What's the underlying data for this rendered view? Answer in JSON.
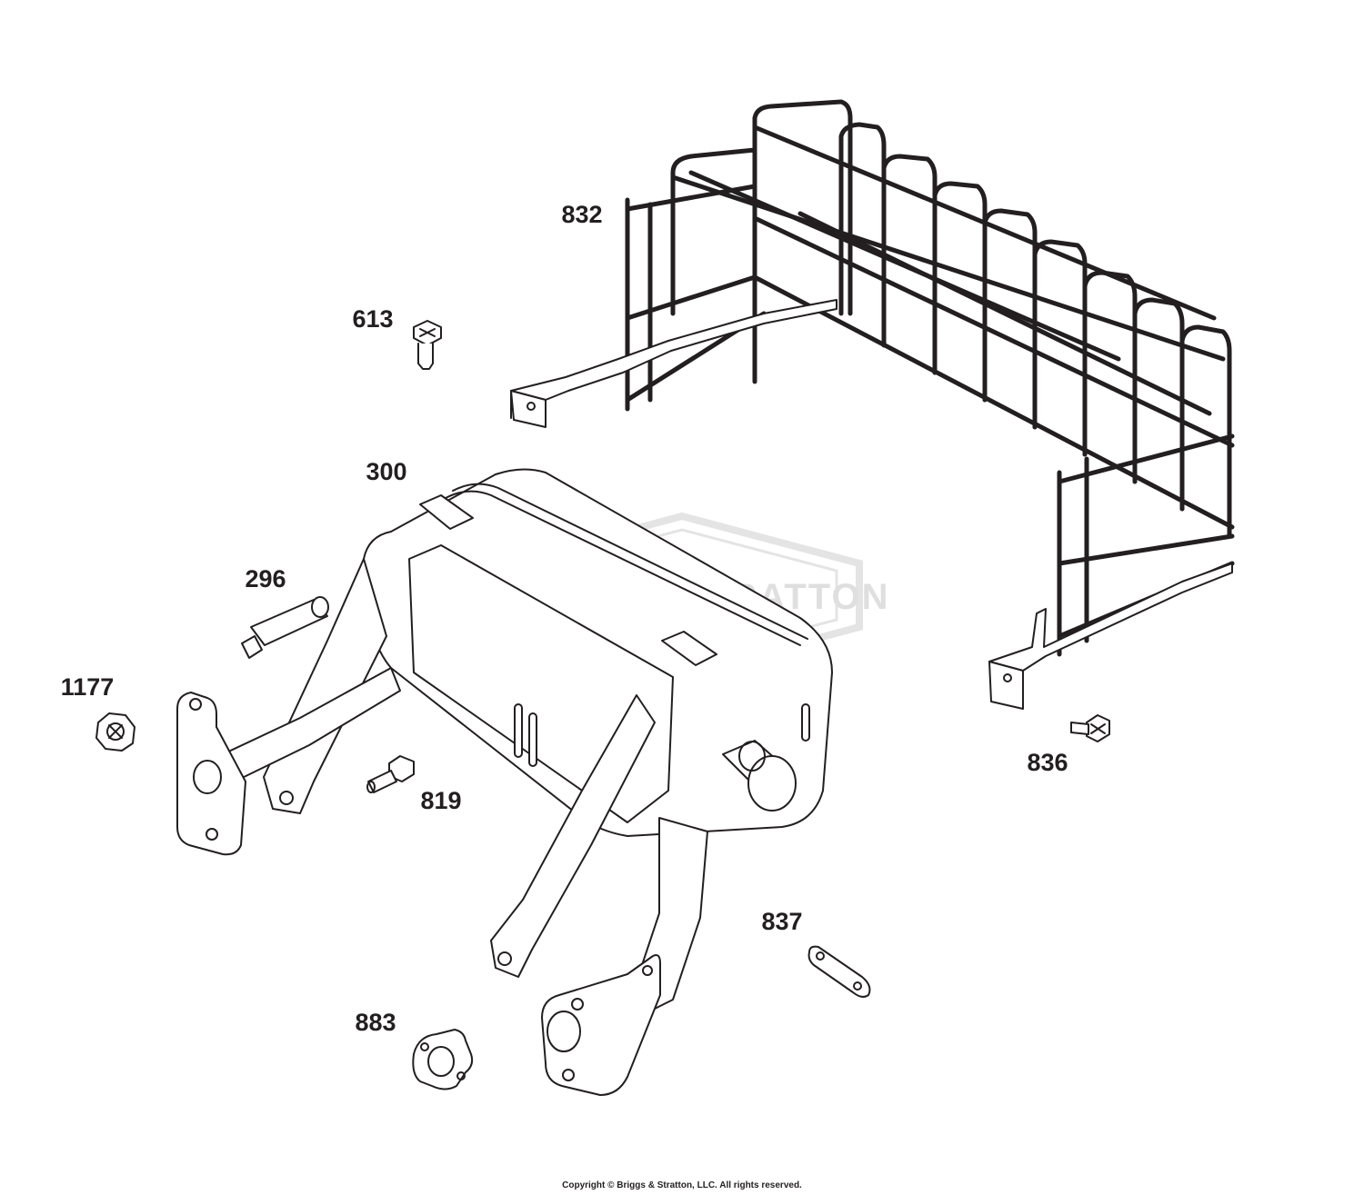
{
  "watermark": {
    "text": "BRIGGS & STRATTON",
    "color": "#d9d9d9"
  },
  "line_color": "#231f20",
  "part_labels": {
    "p832": "832",
    "p613": "613",
    "p300": "300",
    "p296": "296",
    "p1177": "1177",
    "p819": "819",
    "p836": "836",
    "p837": "837",
    "p883": "883"
  },
  "copyright": "Copyright © Briggs & Stratton, LLC. All rights reserved."
}
